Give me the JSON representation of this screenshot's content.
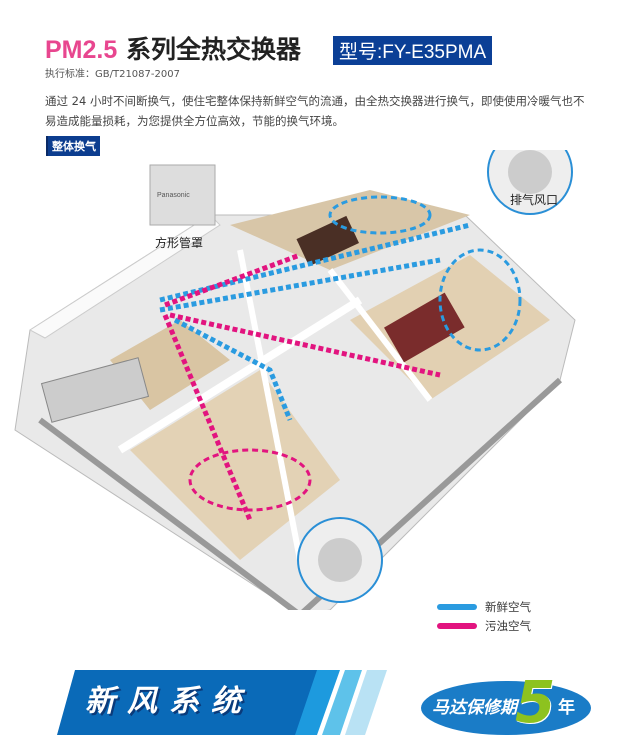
{
  "header": {
    "title_prefix": "PM2.5",
    "title_main": " 系列全热交换器",
    "model": "型号:FY-E35PMA",
    "standard": "执行标准：GB/T21087-2007"
  },
  "description": "通过 24 小时不间断换气，使住宅整体保持新鲜空气的流通，由全热交换器进行换气，即使使用冷暖气也不易造成能量损耗，为您提供全方位高效，节能的换气环境。",
  "section_badge": "整体换气",
  "diagram": {
    "label_hood": "方形管罩",
    "label_exhaust": "排气风口",
    "hood_brand": "Panasonic"
  },
  "legend": [
    {
      "label": "新鲜空气",
      "color": "#2a9be0"
    },
    {
      "label": "污浊空气",
      "color": "#e2147f"
    }
  ],
  "banner": {
    "text": "新风系统"
  },
  "warranty": {
    "text": "马达保修期",
    "number": "5",
    "unit": "年"
  }
}
